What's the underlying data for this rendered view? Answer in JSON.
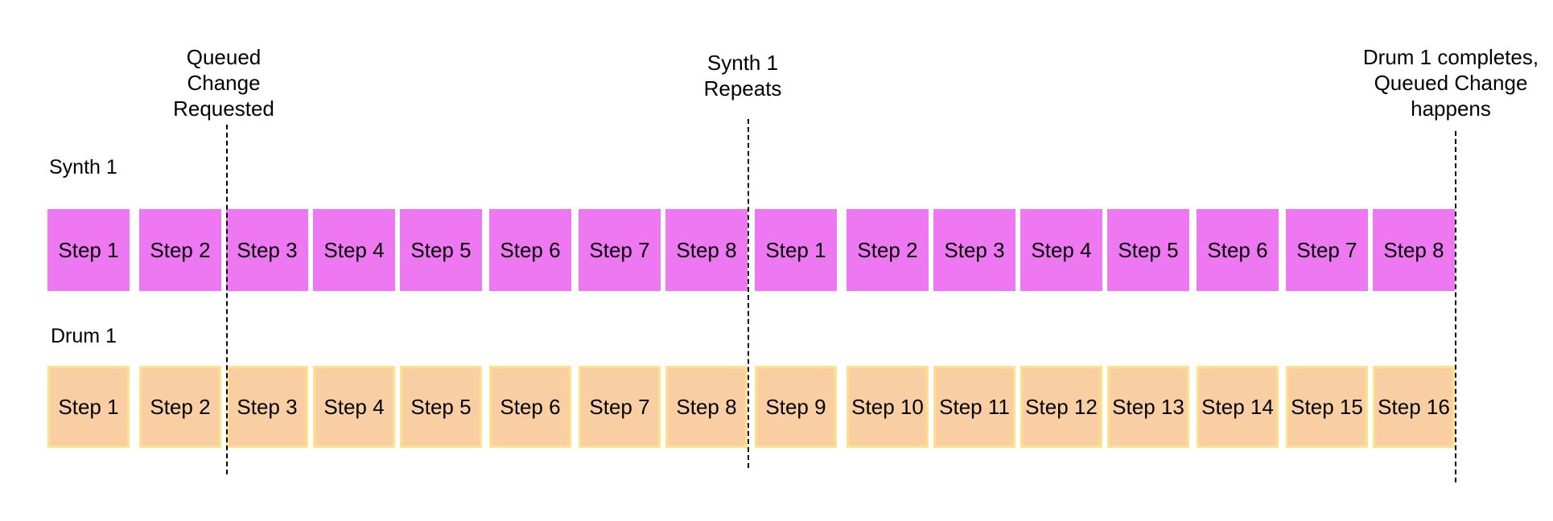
{
  "colors": {
    "synth_fill": "#ee77f2",
    "drum_fill": "#f8cea2",
    "drum_border": "#fce28a",
    "marker": "#000000"
  },
  "rows": [
    {
      "label": "Synth 1",
      "kind": "synth",
      "steps": [
        "Step 1",
        "Step 2",
        "Step 3",
        "Step 4",
        "Step 5",
        "Step 6",
        "Step 7",
        "Step 8",
        "Step 1",
        "Step 2",
        "Step 3",
        "Step 4",
        "Step 5",
        "Step 6",
        "Step 7",
        "Step 8"
      ]
    },
    {
      "label": "Drum 1",
      "kind": "drum",
      "steps": [
        "Step 1",
        "Step 2",
        "Step 3",
        "Step 4",
        "Step 5",
        "Step 6",
        "Step 7",
        "Step 8",
        "Step 9",
        "Step 10",
        "Step 11",
        "Step 12",
        "Step 13",
        "Step 14",
        "Step 15",
        "Step 16"
      ]
    }
  ],
  "annotations": [
    {
      "text": "Queued\nChange\nRequested"
    },
    {
      "text": "Synth 1\nRepeats"
    },
    {
      "text": "Drum 1 completes,\nQueued Change\nhappens"
    }
  ]
}
